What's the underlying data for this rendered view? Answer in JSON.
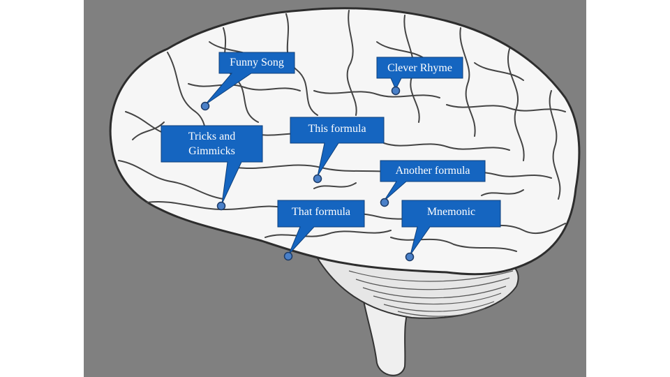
{
  "diagram": {
    "subject": "brain-lateral-view",
    "callouts": [
      {
        "id": "funny-song",
        "text": "Funny Song"
      },
      {
        "id": "clever-rhyme",
        "text": "Clever Rhyme"
      },
      {
        "id": "tricks-gimmicks",
        "line1": "Tricks and",
        "line2": "Gimmicks"
      },
      {
        "id": "this-formula",
        "text": "This formula"
      },
      {
        "id": "another-formula",
        "text": "Another formula"
      },
      {
        "id": "that-formula",
        "text": "That formula"
      },
      {
        "id": "mnemonic",
        "text": "Mnemonic"
      }
    ]
  },
  "colors": {
    "background": "#808080",
    "page": "#ffffff",
    "callout_fill": "#1565c0",
    "callout_stroke": "#0d3f7a",
    "dot_fill": "#4a80c8",
    "dot_stroke": "#1c3a66",
    "brain_fill": "#f4f4f4",
    "brain_line": "#3a3a3a"
  }
}
